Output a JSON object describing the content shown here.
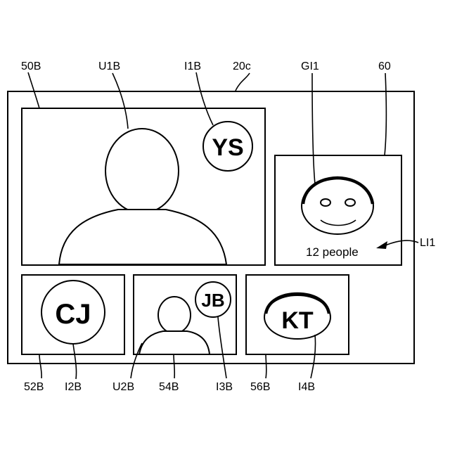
{
  "refs": {
    "outer_frame": "20c",
    "main_tile": "50B",
    "main_user": "U1B",
    "main_icon": "I1B",
    "group_box": "60",
    "group_icon": "GI1",
    "count_label": "LI1",
    "tile_cj": "52B",
    "icon_cj": "I2B",
    "user_small": "U2B",
    "tile_jb": "54B",
    "icon_jb": "I3B",
    "tile_kt": "56B",
    "icon_kt": "I4B"
  },
  "badges": {
    "main": "YS",
    "cj": "CJ",
    "jb": "JB",
    "kt": "KT"
  },
  "group": {
    "count_text": "12 people"
  }
}
